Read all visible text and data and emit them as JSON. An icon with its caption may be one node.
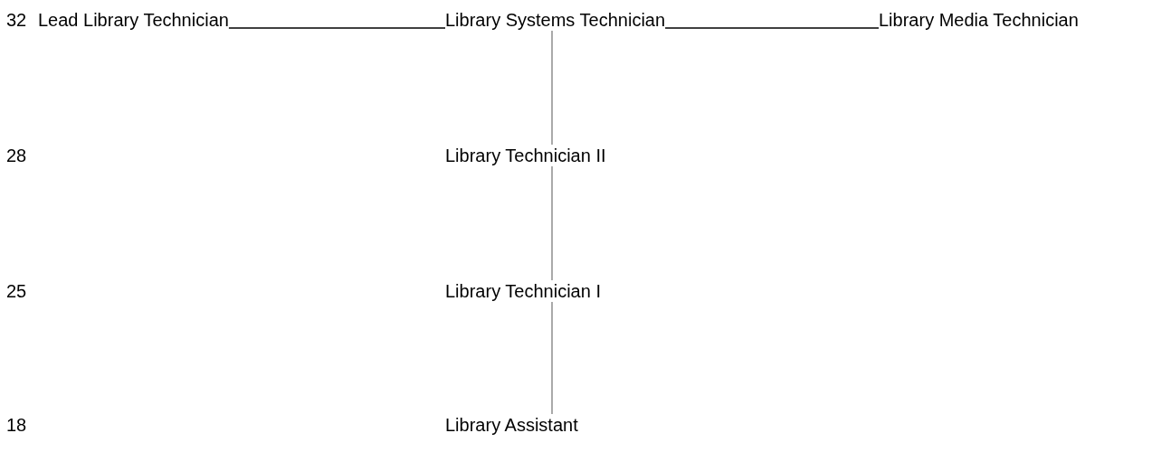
{
  "diagram": {
    "nodes": [
      {
        "text": [
          "Lead Library Technician"
        ]
      },
      {
        "text": [
          "Library Systems Technician"
        ]
      },
      {
        "text": [
          "Library Media Technician"
        ]
      },
      {
        "text": [
          "Library Technician II"
        ]
      },
      {
        "text": [
          "Library Technician I"
        ]
      },
      {
        "text": [
          "Library Assistant"
        ]
      }
    ],
    "edges": [
      {
        "from": 0,
        "to": 1,
        "arrow": "none"
      },
      {
        "from": 1,
        "to": 2,
        "arrow": "none"
      },
      {
        "from": 1,
        "to": 3,
        "arrow": "none"
      },
      {
        "from": 3,
        "to": 4,
        "arrow": "none"
      },
      {
        "from": 4,
        "to": 5,
        "arrow": "none"
      }
    ],
    "labels": [
      "32",
      "28",
      "25",
      "18"
    ]
  }
}
